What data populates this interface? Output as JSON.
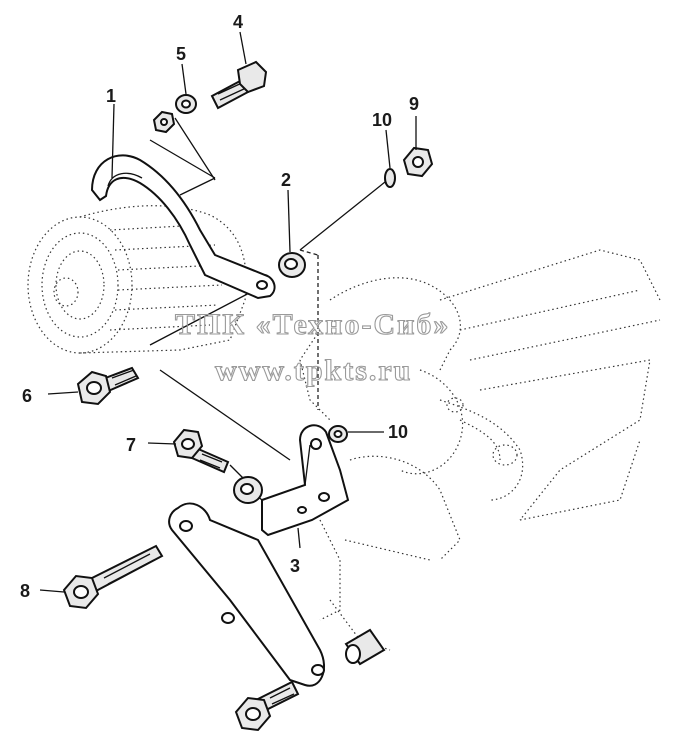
{
  "diagram": {
    "callouts": [
      {
        "id": "1",
        "label": "1"
      },
      {
        "id": "2",
        "label": "2"
      },
      {
        "id": "3",
        "label": "3"
      },
      {
        "id": "4",
        "label": "4"
      },
      {
        "id": "5",
        "label": "5"
      },
      {
        "id": "6",
        "label": "6"
      },
      {
        "id": "7",
        "label": "7"
      },
      {
        "id": "8",
        "label": "8"
      },
      {
        "id": "9",
        "label": "9"
      },
      {
        "id": "10a",
        "label": "10"
      },
      {
        "id": "10b",
        "label": "10"
      }
    ],
    "watermark": {
      "line1": "ТПК «Техно-Сиб»",
      "line2": "www.tpkts.ru"
    }
  }
}
